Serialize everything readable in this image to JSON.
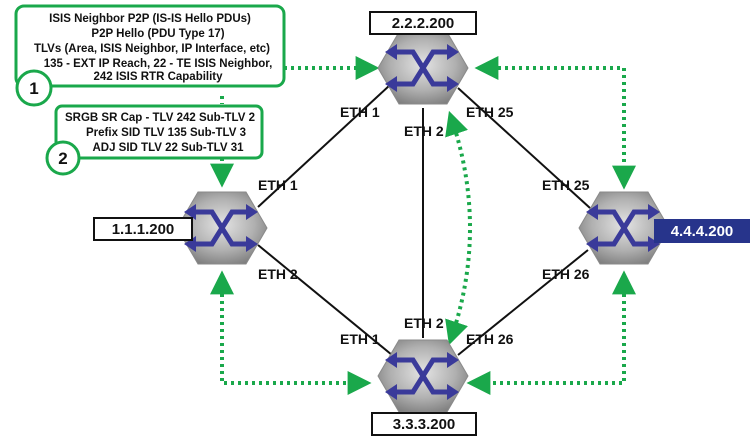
{
  "nodes": {
    "r2": {
      "ip": "2.2.2.200"
    },
    "r1": {
      "ip": "1.1.1.200"
    },
    "r3": {
      "ip": "3.3.3.200"
    },
    "r4": {
      "ip": "4.4.4.200"
    }
  },
  "links": {
    "r1_eth1": "ETH 1",
    "r1_eth2": "ETH 2",
    "r2_eth1": "ETH 1",
    "r2_eth2": "ETH 2",
    "r2_eth25": "ETH 25",
    "r3_eth1": "ETH 1",
    "r3_eth2": "ETH 2",
    "r3_eth26": "ETH 26",
    "r4_eth25": "ETH 25",
    "r4_eth26": "ETH 26"
  },
  "callouts": {
    "step1": {
      "number": "1",
      "lines": [
        "ISIS Neighbor P2P (IS-IS Hello PDUs)",
        "P2P Hello (PDU Type 17)",
        "TLVs (Area, ISIS Neighbor, IP Interface, etc)",
        "135 - EXT IP Reach, 22 - TE ISIS Neighbor,",
        "242 ISIS RTR Capability"
      ]
    },
    "step2": {
      "number": "2",
      "lines": [
        "SRGB SR Cap - TLV 242 Sub-TLV 2",
        "Prefix SID TLV 135 Sub-TLV 3",
        "ADJ SID TLV 22 Sub-TLV 31"
      ]
    }
  },
  "colors": {
    "accent_green": "#1aa84b",
    "highlight_navy": "#27348b",
    "router_gray": "#9a9a9a",
    "arrow_purple": "#3a3a9a",
    "link_black": "#111111"
  },
  "icons": {
    "router": "router-icon"
  }
}
